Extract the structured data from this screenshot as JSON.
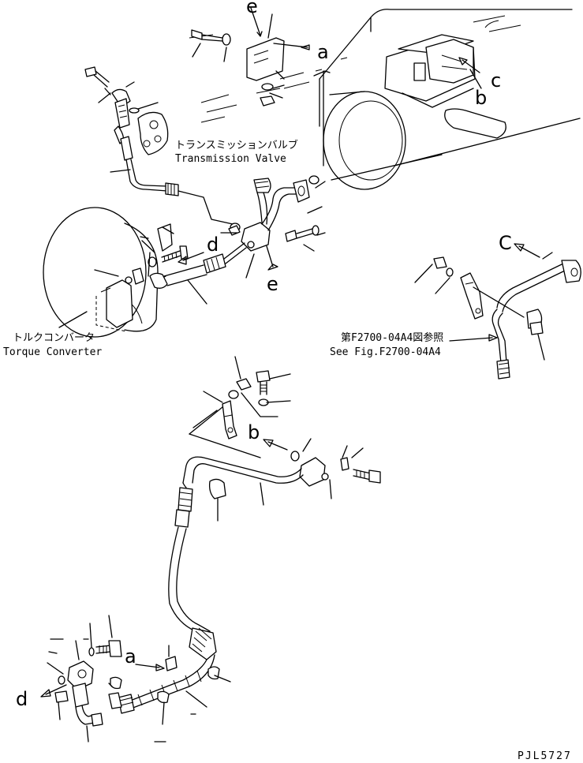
{
  "labels": {
    "transmission_valve_jp": "トランスミッションバルブ",
    "transmission_valve_en": "Transmission Valve",
    "torque_converter_jp": "トルクコンバータ",
    "torque_converter_en": "Torque Converter",
    "see_fig_jp": "第F2700-04A4図参照",
    "see_fig_en": "See Fig.F2700-04A4",
    "drawing_number": "PJL5727"
  },
  "callouts": {
    "e_top": "e",
    "a_top": "a",
    "b_top": "b",
    "c_top": "c",
    "d_mid": "d",
    "e_mid": "e",
    "c_right": "C",
    "b_mid": "b",
    "a_bottom": "a",
    "d_bottom": "d"
  }
}
